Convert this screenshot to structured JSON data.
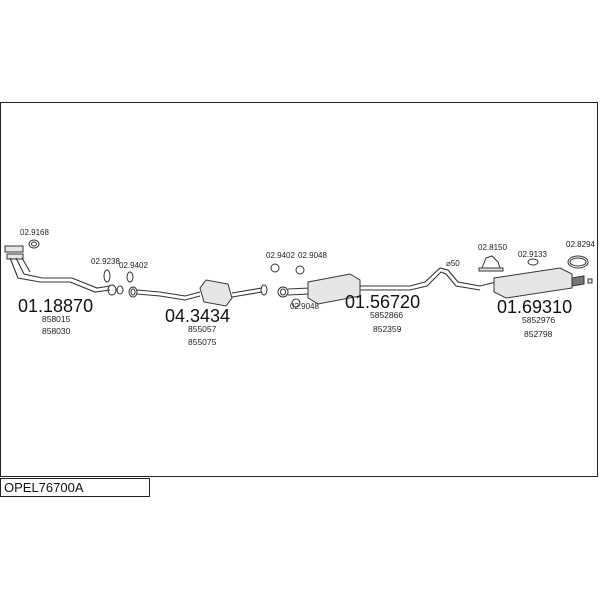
{
  "diagram": {
    "model_code": "OPEL76700A",
    "groups": [
      {
        "part": "01.18870",
        "refs": [
          "858015",
          "858030"
        ]
      },
      {
        "part": "04.3434",
        "refs": [
          "855057",
          "855075"
        ]
      },
      {
        "part": "01.56720",
        "refs": [
          "5852866",
          "852359"
        ]
      },
      {
        "part": "01.69310",
        "refs": [
          "5852976",
          "852798"
        ]
      }
    ],
    "accessories": [
      "02.9168",
      "02.9238",
      "02.9402",
      "02.9402",
      "02.9048",
      "02.9048",
      "02.8150",
      "02.9133",
      "02.8294"
    ],
    "note": "⌀50"
  }
}
